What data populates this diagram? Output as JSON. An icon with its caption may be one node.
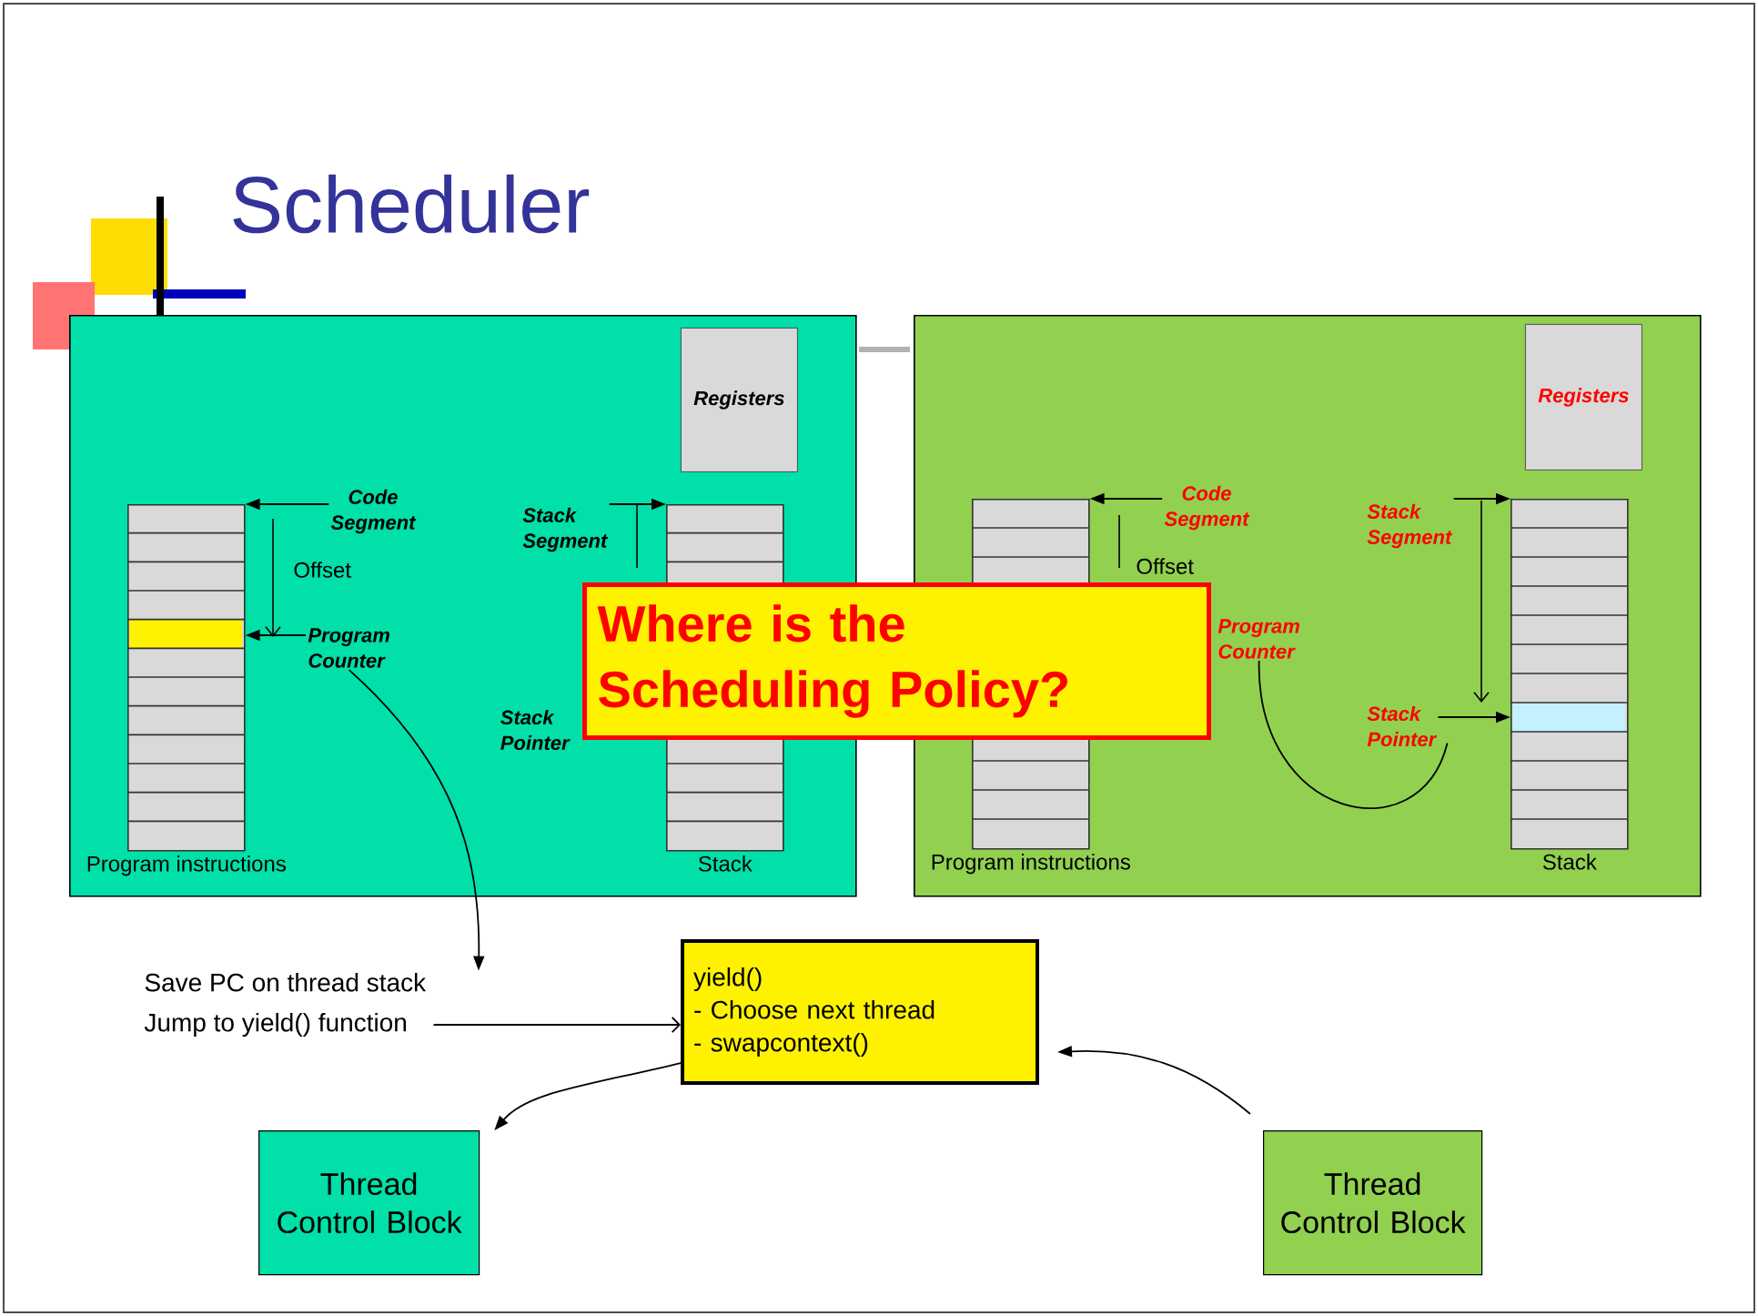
{
  "diagram": {
    "title": "Scheduler",
    "nodes": [
      {
        "text": [],
        "shape": "box"
      },
      {
        "text": [
          "Registers"
        ],
        "in": 0
      },
      {
        "text": [
          "Program instructions"
        ],
        "in": 0
      },
      {
        "text": [
          "Code Segment"
        ],
        "in": 0
      },
      {
        "text": [
          "Program Counter"
        ],
        "in": 0
      },
      {
        "text": [
          "Stack"
        ],
        "in": 0
      },
      {
        "text": [
          "Stack Segment"
        ],
        "in": 0
      },
      {
        "text": [
          "Stack Pointer"
        ],
        "in": 0
      },
      {
        "text": [],
        "shape": "box"
      },
      {
        "text": [
          "Registers"
        ],
        "in": 8
      },
      {
        "text": [
          "Program instructions"
        ],
        "in": 8
      },
      {
        "text": [
          "Code Segment"
        ],
        "in": 8
      },
      {
        "text": [
          "Program Counter"
        ],
        "in": 8
      },
      {
        "text": [
          "Stack"
        ],
        "in": 8
      },
      {
        "text": [
          "Stack Segment"
        ],
        "in": 8
      },
      {
        "text": [
          "Stack Pointer"
        ],
        "in": 8
      },
      {
        "text": [
          "Where is the Scheduling Policy?"
        ]
      },
      {
        "text": [
          "Save PC on thread stack",
          "Jump to yield() function"
        ]
      },
      {
        "text": [
          "yield()",
          "- Choose next thread",
          "- swapcontext()"
        ]
      },
      {
        "text": [
          "Thread Control Block"
        ]
      },
      {
        "text": [
          "Thread Control Block"
        ]
      }
    ],
    "edges": [
      {
        "from": 3,
        "to": 2,
        "arrow": "to"
      },
      {
        "from": 4,
        "to": 2,
        "arrow": "to"
      },
      {
        "from": 6,
        "to": 5,
        "arrow": "to"
      },
      {
        "from": 4,
        "to": 17,
        "arrow": "to"
      },
      {
        "from": 11,
        "to": 10,
        "arrow": "to"
      },
      {
        "from": 14,
        "to": 13,
        "arrow": "to"
      },
      {
        "from": 15,
        "to": 13,
        "arrow": "to"
      },
      {
        "from": 12,
        "to": 15,
        "arrow": "none"
      },
      {
        "from": 17,
        "to": 18,
        "arrow": "to"
      },
      {
        "from": 18,
        "to": 19,
        "arrow": "to"
      },
      {
        "from": 20,
        "to": 18,
        "arrow": "to"
      }
    ],
    "labels": [
      "Offset",
      "Offset"
    ]
  }
}
